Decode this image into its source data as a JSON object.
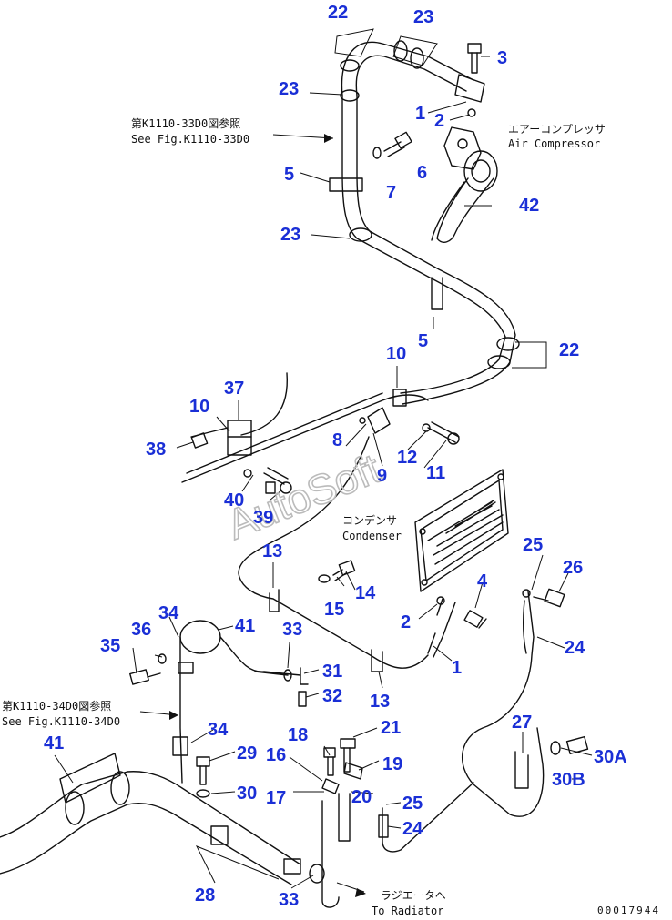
{
  "callouts": {
    "c22a": "22",
    "c23a": "23",
    "c3": "3",
    "c23b": "23",
    "c1a": "1",
    "c2a": "2",
    "c5a": "5",
    "c7": "7",
    "c6": "6",
    "c42": "42",
    "c23c": "23",
    "c5b": "5",
    "c22b": "22",
    "c10a": "10",
    "c37": "37",
    "c10b": "10",
    "c38": "38",
    "c8": "8",
    "c12": "12",
    "c11": "11",
    "c9": "9",
    "c40": "40",
    "c39": "39",
    "c13a": "13",
    "c14": "14",
    "c15": "15",
    "c4": "4",
    "c25a": "25",
    "c26": "26",
    "c2b": "2",
    "c34a": "34",
    "c41a": "41",
    "c36": "36",
    "c35": "35",
    "c33a": "33",
    "c31": "31",
    "c32": "32",
    "c1b": "1",
    "c13b": "13",
    "c24a": "24",
    "c27": "27",
    "c18": "18",
    "c21": "21",
    "c34b": "34",
    "c29": "29",
    "c16": "16",
    "c19": "19",
    "c30a": "30A",
    "c41b": "41",
    "c30": "30",
    "c17": "17",
    "c20": "20",
    "c25b": "25",
    "c30b": "30B",
    "c24b": "24",
    "c28": "28",
    "c33b": "33"
  },
  "notes": {
    "see_fig_33_jp": "第K1110-33D0図参照",
    "see_fig_33_en": "See Fig.K1110-33D0",
    "compressor_jp": "エアーコンプレッサ",
    "compressor_en": "Air Compressor",
    "condenser_jp": "コンデンサ",
    "condenser_en": "Condenser",
    "see_fig_34_jp": "第K1110-34D0図参照",
    "see_fig_34_en": "See Fig.K1110-34D0",
    "radiator_jp": "ラジエータへ",
    "radiator_en": "To Radiator"
  },
  "watermark": "AutoSoft",
  "doc_id": "00017944",
  "colors": {
    "callout": "#1a2fd6",
    "line": "#111111",
    "watermark": "#bbbbbb"
  }
}
